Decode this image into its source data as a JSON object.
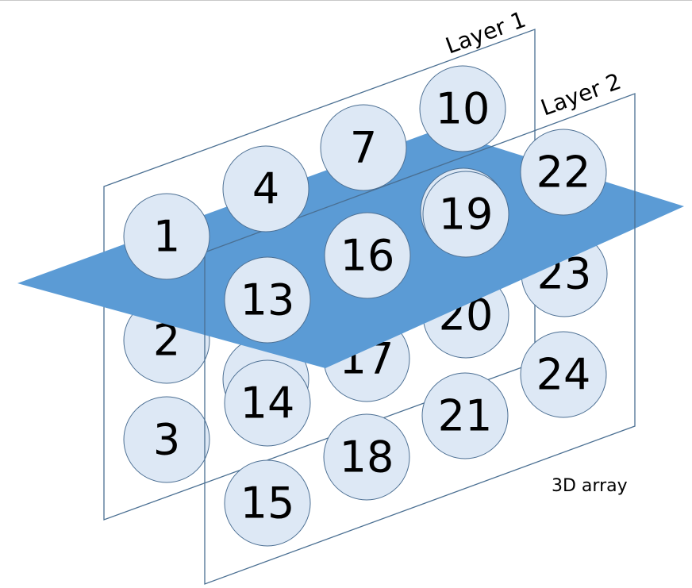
{
  "diagram": {
    "layers": [
      {
        "label": "Layer 1"
      },
      {
        "label": "Layer 2"
      }
    ],
    "caption": "3D array",
    "cells": [
      {
        "label": "1"
      },
      {
        "label": "2"
      },
      {
        "label": "3"
      },
      {
        "label": "4"
      },
      {
        "label": "7"
      },
      {
        "label": "10"
      },
      {
        "label": "13"
      },
      {
        "label": "14"
      },
      {
        "label": "15"
      },
      {
        "label": "16"
      },
      {
        "label": "17"
      },
      {
        "label": "18"
      },
      {
        "label": "19"
      },
      {
        "label": "20"
      },
      {
        "label": "21"
      },
      {
        "label": "22"
      },
      {
        "label": "23"
      },
      {
        "label": "24"
      }
    ],
    "colors": {
      "plane": "#5b9bd5",
      "cell_fill": "#dde8f5",
      "cell_stroke": "#4c6f93",
      "frame": "#4a6f92"
    }
  }
}
